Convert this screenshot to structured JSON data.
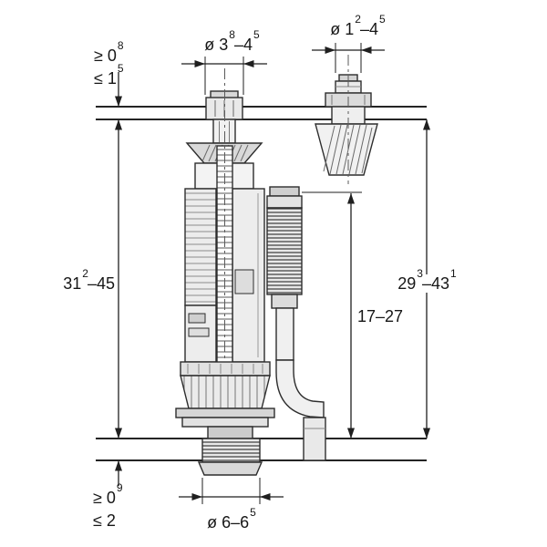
{
  "drawing": {
    "kind": "technical-dimension-drawing",
    "colors": {
      "ink": "#1f1f1f",
      "background": "#ffffff"
    }
  },
  "dimensions": {
    "lid_thickness_min": {
      "text": "≥ 0",
      "sup": "8"
    },
    "lid_thickness_max": {
      "text": "≤ 1",
      "sup": "5"
    },
    "actuator_opening_dia": {
      "p1": "ø 3",
      "s1": "8",
      "p2": "–4",
      "s2": "5"
    },
    "fill_rod_opening_dia": {
      "p1": "ø 1",
      "s1": "2",
      "p2": "–4",
      "s2": "5"
    },
    "flush_valve_height": {
      "p1": "31",
      "s1": "2",
      "p2": "–45"
    },
    "fill_valve_height": {
      "p1": "17–27"
    },
    "tank_interior_height": {
      "p1": "29",
      "s1": "3",
      "p2": "–43",
      "s2": "1"
    },
    "base_thickness_min": {
      "text": "≥ 0",
      "sup": "9"
    },
    "base_thickness_max": {
      "text": "≤ 2"
    },
    "outlet_dia": {
      "p1": "ø 6–6",
      "s1": "5"
    }
  }
}
